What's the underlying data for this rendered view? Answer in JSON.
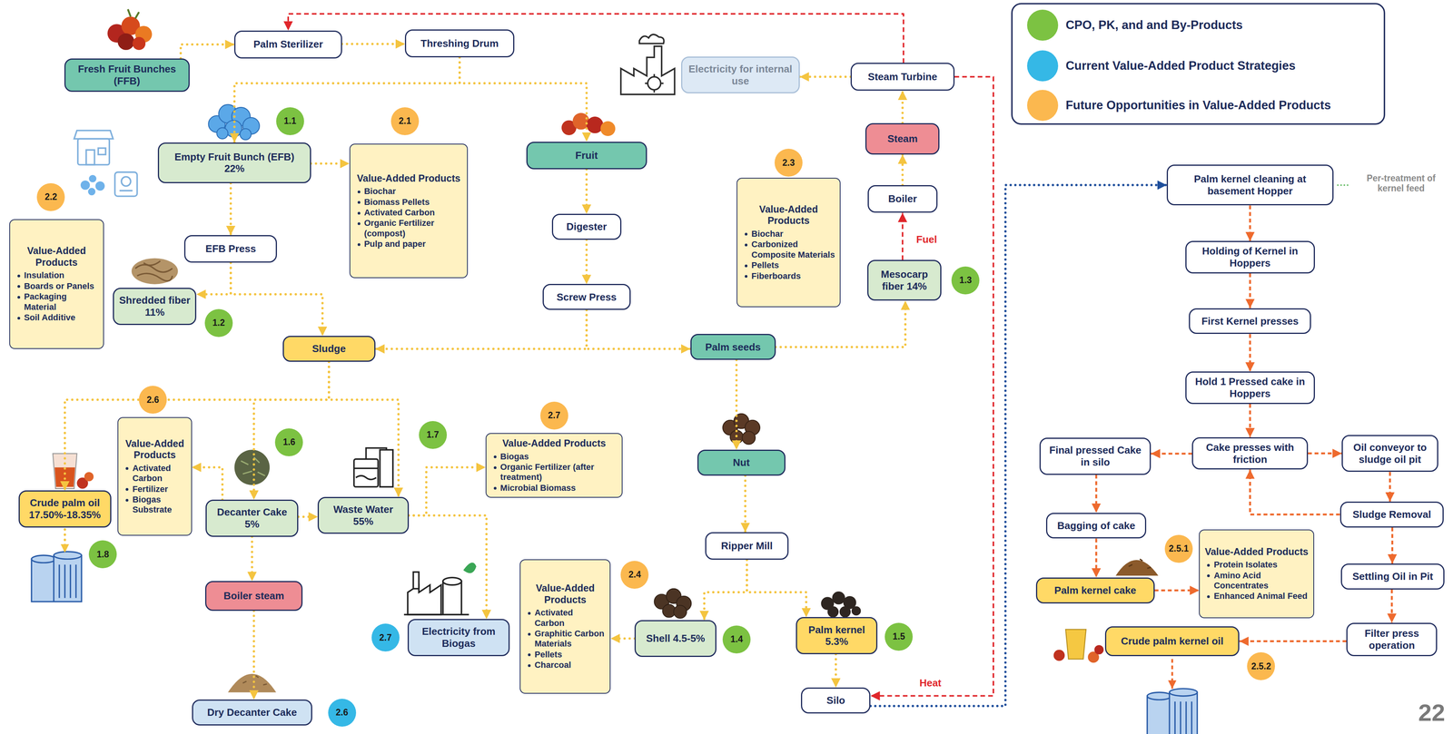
{
  "diagram": {
    "nodes": [
      {
        "text": [
          "Fresh Fruit Bunches (FFB)"
        ]
      },
      {
        "text": [
          "Palm Sterilizer"
        ]
      },
      {
        "text": [
          "Threshing Drum"
        ]
      },
      {
        "text": [
          "Empty Fruit Bunch (EFB) 22%"
        ]
      },
      {
        "text": [
          "Value-Added Products",
          "Biochar",
          "Biomass Pellets",
          "Activated Carbon",
          "Organic Fertilizer (compost)",
          "Pulp and paper"
        ]
      },
      {
        "text": [
          "Fruit"
        ]
      },
      {
        "text": [
          "Digester"
        ]
      },
      {
        "text": [
          "Screw Press"
        ]
      },
      {
        "text": [
          "Value-Added Products",
          "Biochar",
          "Carbonized Composite Materials",
          "Pellets",
          "Fiberboards"
        ]
      },
      {
        "text": [
          "Steam"
        ]
      },
      {
        "text": [
          "Boiler"
        ]
      },
      {
        "text": [
          "Mesocarp fiber 14%"
        ]
      },
      {
        "text": [
          "Steam Turbine"
        ]
      },
      {
        "text": [
          "Electricity for internal use"
        ]
      },
      {
        "text": [
          "Value-Added Products",
          "Insulation",
          "Boards or Panels",
          "Packaging Material",
          "Soil Additive"
        ]
      },
      {
        "text": [
          "EFB Press"
        ]
      },
      {
        "text": [
          "Shredded fiber 11%"
        ]
      },
      {
        "text": [
          "Sludge"
        ]
      },
      {
        "text": [
          "Palm seeds"
        ]
      },
      {
        "text": [
          "Value-Added Products",
          "Activated Carbon",
          "Fertilizer",
          "Biogas Substrate"
        ]
      },
      {
        "text": [
          "Decanter Cake 5%"
        ]
      },
      {
        "text": [
          "Waste Water 55%"
        ]
      },
      {
        "text": [
          "Value-Added Products",
          "Biogas",
          "Organic Fertilizer (after treatment)",
          "Microbial Biomass"
        ]
      },
      {
        "text": [
          "Nut"
        ]
      },
      {
        "text": [
          "Ripper Mill"
        ]
      },
      {
        "text": [
          "Crude palm oil 17.50%-18.35%"
        ]
      },
      {
        "text": [
          "Boiler steam"
        ]
      },
      {
        "text": [
          "Dry Decanter Cake"
        ]
      },
      {
        "text": [
          "Electricity from Biogas"
        ]
      },
      {
        "text": [
          "Value-Added Products",
          "Activated Carbon",
          "Graphitic Carbon Materials",
          "Pellets",
          "Charcoal"
        ]
      },
      {
        "text": [
          "Shell 4.5-5%"
        ]
      },
      {
        "text": [
          "Palm kernel 5.3%"
        ]
      },
      {
        "text": [
          "Silo"
        ]
      },
      {
        "text": [
          "Palm kernel cleaning at basement Hopper"
        ]
      },
      {
        "text": [
          "Holding of Kernel in Hoppers"
        ]
      },
      {
        "text": [
          "First Kernel presses"
        ]
      },
      {
        "text": [
          "Hold 1 Pressed cake in Hoppers"
        ]
      },
      {
        "text": [
          "Cake presses with friction"
        ]
      },
      {
        "text": [
          "Final pressed Cake in silo"
        ]
      },
      {
        "text": [
          "Oil conveyor to sludge oil pit"
        ]
      },
      {
        "text": [
          "Bagging of cake"
        ]
      },
      {
        "text": [
          "Sludge Removal"
        ]
      },
      {
        "text": [
          "Value-Added Products",
          "Protein Isolates",
          "Amino Acid Concentrates",
          "Enhanced Animal Feed"
        ]
      },
      {
        "text": [
          "Palm kernel cake"
        ]
      },
      {
        "text": [
          "Settling Oil in Pit"
        ]
      },
      {
        "text": [
          "Crude palm kernel oil"
        ]
      },
      {
        "text": [
          "Filter press operation"
        ]
      }
    ],
    "edges": [
      {
        "from": 0,
        "to": 1,
        "arrow": "to"
      },
      {
        "from": 1,
        "to": 2,
        "arrow": "to"
      },
      {
        "from": 2,
        "to": 3,
        "arrow": "to"
      },
      {
        "from": 2,
        "to": 5,
        "arrow": "to"
      },
      {
        "from": 3,
        "to": 4,
        "arrow": "to"
      },
      {
        "from": 3,
        "to": 15,
        "arrow": "to"
      },
      {
        "from": 15,
        "to": 16,
        "arrow": "to"
      },
      {
        "from": 15,
        "to": 17,
        "arrow": "to"
      },
      {
        "from": 5,
        "to": 6,
        "arrow": "to"
      },
      {
        "from": 6,
        "to": 7,
        "arrow": "to"
      },
      {
        "from": 7,
        "to": 17,
        "arrow": "to"
      },
      {
        "from": 7,
        "to": 18,
        "arrow": "to"
      },
      {
        "from": 18,
        "to": 11,
        "arrow": "to"
      },
      {
        "from": 11,
        "to": 10,
        "label": "Fuel",
        "arrow": "to"
      },
      {
        "from": 10,
        "to": 9,
        "arrow": "to"
      },
      {
        "from": 9,
        "to": 12,
        "arrow": "to"
      },
      {
        "from": 12,
        "to": 13,
        "arrow": "to"
      },
      {
        "from": 12,
        "to": 1,
        "arrow": "to"
      },
      {
        "from": 12,
        "to": 32,
        "label": "Heat",
        "arrow": "to"
      },
      {
        "from": 18,
        "to": 23,
        "arrow": "to"
      },
      {
        "from": 23,
        "to": 24,
        "arrow": "to"
      },
      {
        "from": 24,
        "to": 30,
        "arrow": "to"
      },
      {
        "from": 24,
        "to": 31,
        "arrow": "to"
      },
      {
        "from": 30,
        "to": 29,
        "arrow": "to"
      },
      {
        "from": 31,
        "to": 32,
        "arrow": "to"
      },
      {
        "from": 32,
        "to": 33,
        "arrow": "to"
      },
      {
        "from": 17,
        "to": 25,
        "arrow": "to"
      },
      {
        "from": 17,
        "to": 20,
        "arrow": "to"
      },
      {
        "from": 17,
        "to": 21,
        "arrow": "to"
      },
      {
        "from": 20,
        "to": 19,
        "arrow": "to"
      },
      {
        "from": 20,
        "to": 21,
        "arrow": "to"
      },
      {
        "from": 21,
        "to": 22,
        "arrow": "to"
      },
      {
        "from": 21,
        "to": 28,
        "arrow": "to"
      },
      {
        "from": 20,
        "to": 26,
        "arrow": "to"
      },
      {
        "from": 26,
        "to": 27,
        "arrow": "to"
      },
      {
        "from": 33,
        "to": 34,
        "arrow": "to"
      },
      {
        "from": 34,
        "to": 35,
        "arrow": "to"
      },
      {
        "from": 35,
        "to": 36,
        "arrow": "to"
      },
      {
        "from": 36,
        "to": 37,
        "arrow": "to"
      },
      {
        "from": 37,
        "to": 38,
        "arrow": "to"
      },
      {
        "from": 37,
        "to": 39,
        "arrow": "to"
      },
      {
        "from": 38,
        "to": 40,
        "arrow": "to"
      },
      {
        "from": 40,
        "to": 43,
        "arrow": "to"
      },
      {
        "from": 43,
        "to": 42,
        "arrow": "to"
      },
      {
        "from": 39,
        "to": 41,
        "arrow": "to"
      },
      {
        "from": 41,
        "to": 44,
        "arrow": "to"
      },
      {
        "from": 44,
        "to": 46,
        "arrow": "to"
      },
      {
        "from": 46,
        "to": 45,
        "arrow": "to"
      },
      {
        "from": 41,
        "to": 37,
        "arrow": "to"
      }
    ],
    "labels": [
      "1.1",
      "2.1",
      "2.2",
      "2.3",
      "1.2",
      "1.3",
      "2.6",
      "1.6",
      "1.7",
      "2.7",
      "1.8",
      "2.4",
      "1.4",
      "1.5",
      "2.7",
      "2.6",
      "2.5.1",
      "2.5.2",
      "Per-treatment of kernel feed",
      "22"
    ],
    "legend": [
      {
        "text": "CPO, PK, and and By-Products",
        "color": "#7cc242"
      },
      {
        "text": "Current Value-Added Product Strategies",
        "color": "#35b8e6"
      },
      {
        "text": "Future Opportunities in Value-Added Products",
        "color": "#fbb84f"
      }
    ]
  }
}
